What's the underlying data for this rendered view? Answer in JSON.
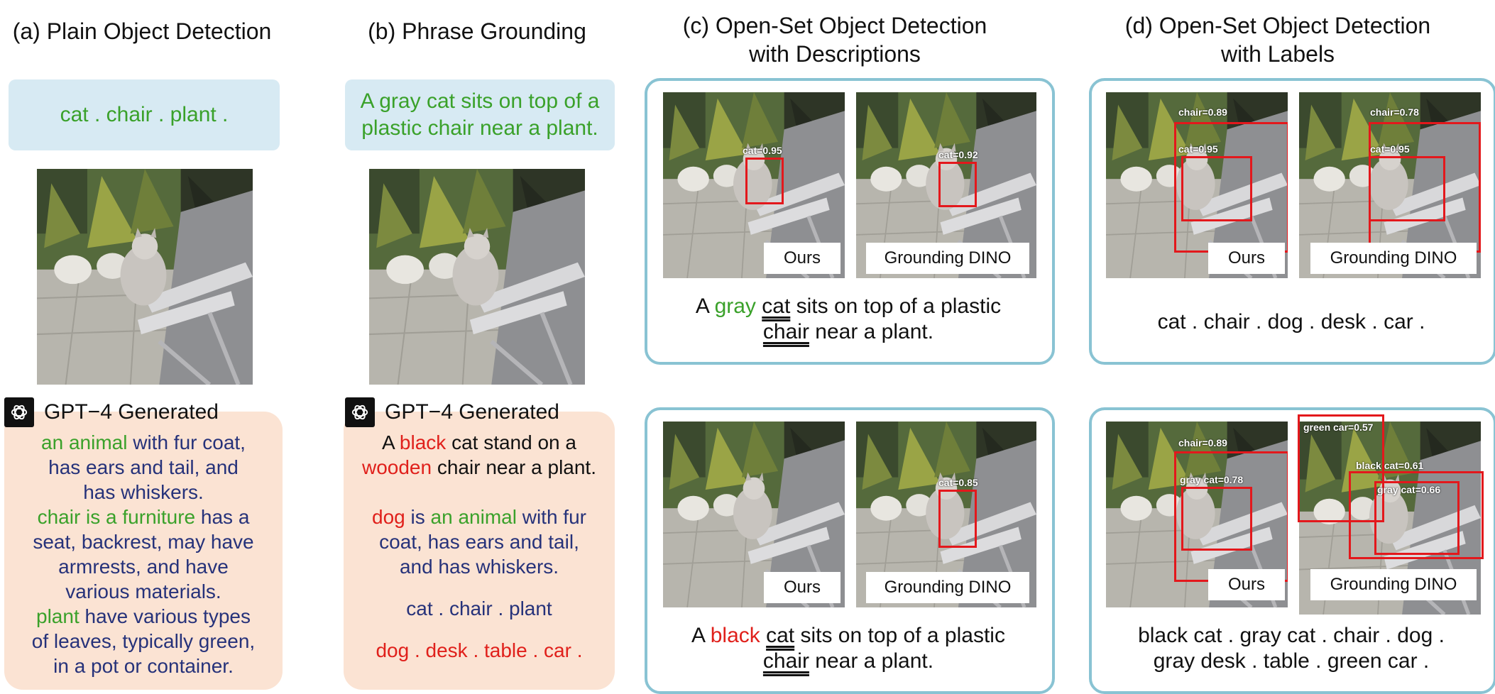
{
  "columns": {
    "a": {
      "title": "(a) Plain Object Detection",
      "query": "cat . chair . plant ."
    },
    "b": {
      "title": "(b) Phrase Grounding",
      "query_l1": "A gray cat sits on top of a",
      "query_l2": "plastic chair near a plant."
    },
    "c": {
      "title_l1": "(c) Open-Set Object Detection",
      "title_l2": "with Descriptions"
    },
    "d": {
      "title_l1": "(d) Open-Set Object Detection",
      "title_l2": "with Labels"
    }
  },
  "gpt_label": "GPT−4 Generated",
  "gen_a": {
    "p1_green": "an animal",
    "p1_rest_l1": " with fur coat,",
    "p1_l2": "has ears and tail, and",
    "p1_l3": "has whiskers.",
    "p2_green": "chair is a furniture",
    "p2_rest_l1": " has a",
    "p2_l2": "seat, backrest, may have",
    "p2_l3": "armrests, and have",
    "p2_l4": "various materials.",
    "p3_green": "plant",
    "p3_rest_l1": " have various types",
    "p3_l2": "of leaves, typically green,",
    "p3_l3": "in a pot or container."
  },
  "gen_b": {
    "l1_a": "A ",
    "l1_red": "black",
    "l1_b": " cat stand on a",
    "l2_red": "wooden",
    "l2_b": " chair near a plant.",
    "l3_red": "dog",
    "l3_b": " is ",
    "l3_green": "an animal",
    "l3_c": " with fur",
    "l4": "coat, has ears and tail,",
    "l5": "and has whiskers.",
    "l6": "cat . chair . plant",
    "l7": "dog . desk . table . car ."
  },
  "panels": {
    "c_top": {
      "tag_left": "Ours",
      "tag_right": "Grounding DINO",
      "det_left": "cat=0.95",
      "det_right": "cat=0.92",
      "cap_a": "A ",
      "cap_color": "gray",
      "cap_b": " ",
      "cap_u1": "cat",
      "cap_c": " sits on top of a plastic",
      "cap_u2": "chair",
      "cap_d": " near a plant."
    },
    "c_bot": {
      "tag_left": "Ours",
      "tag_right": "Grounding DINO",
      "det_right": "cat=0.85",
      "cap_a": "A ",
      "cap_color": "black",
      "cap_b": " ",
      "cap_u1": "cat",
      "cap_c": " sits on top of a plastic",
      "cap_u2": "chair",
      "cap_d": " near a plant."
    },
    "d_top": {
      "tag_left": "Ours",
      "tag_right": "Grounding DINO",
      "det_l1": "chair=0.89",
      "det_l2": "cat=0.95",
      "det_r1": "chair=0.78",
      "det_r2": "cat=0.95",
      "caption": "cat . chair . dog . desk . car ."
    },
    "d_bot": {
      "tag_left": "Ours",
      "tag_right": "Grounding DINO",
      "det_l1": "chair=0.89",
      "det_l2": "gray cat=0.78",
      "det_r1": "green car=0.57",
      "det_r2": "black cat=0.61",
      "det_r3": "gray cat=0.66",
      "caption_l1": "black cat . gray cat . chair . dog .",
      "caption_l2": "gray desk . table . green car ."
    }
  },
  "colors": {
    "green": "#3aa12a",
    "red": "#e0201b",
    "blue": "#26327a",
    "panel_border": "#89c3d3",
    "query_bg": "#d7eaf3",
    "gen_bg": "#fbe3d3"
  }
}
